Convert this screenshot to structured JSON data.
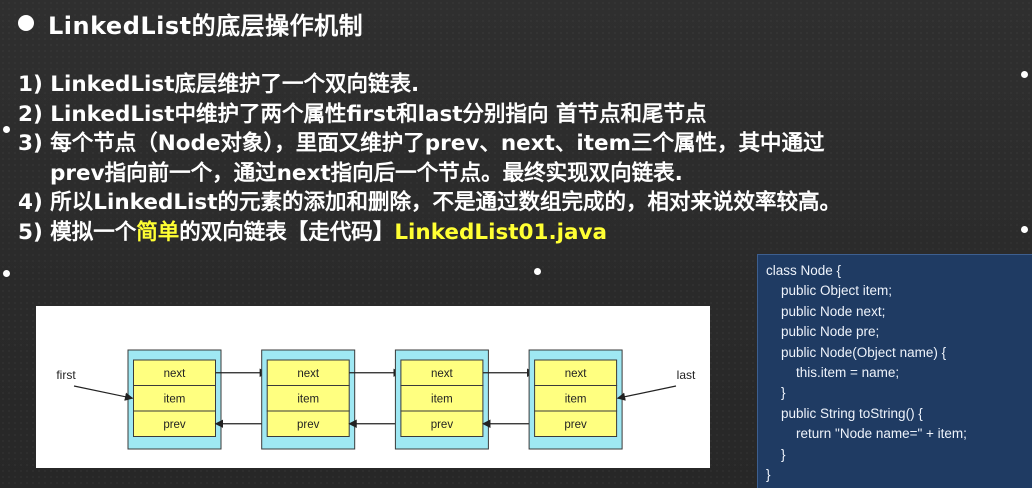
{
  "title": "LinkedList的底层操作机制",
  "points": [
    {
      "text": "1) LinkedList底层维护了一个双向链表."
    },
    {
      "text": "2) LinkedList中维护了两个属性first和last分别指向 首节点和尾节点"
    },
    {
      "text": "3) 每个节点（Node对象），里面又维护了prev、next、item三个属性，其中通过"
    },
    {
      "text": "prev指向前一个，通过next指向后一个节点。最终实现双向链表."
    },
    {
      "text": "4) 所以LinkedList的元素的添加和删除，不是通过数组完成的，相对来说效率较高。"
    },
    {
      "pre": "5) 模拟一个",
      "highlight": "简单",
      "mid": "的双向链表【走代码】",
      "file": "LinkedList01.java"
    }
  ],
  "diagram": {
    "first_label": "first",
    "last_label": "last",
    "nodes": [
      {
        "fields": [
          "next",
          "item",
          "prev"
        ]
      },
      {
        "fields": [
          "next",
          "item",
          "prev"
        ]
      },
      {
        "fields": [
          "next",
          "item",
          "prev"
        ]
      },
      {
        "fields": [
          "next",
          "item",
          "prev"
        ]
      }
    ]
  },
  "code_lines": [
    "class Node {",
    "    public Object item;",
    "    public Node next;",
    "    public Node pre;",
    "    public Node(Object name) {",
    "        this.item = name;",
    "    }",
    "    public String toString() {",
    "        return \"Node name=\" + item;",
    "    }",
    "}"
  ],
  "colors": {
    "background": "#2b2b2b",
    "highlight": "#ffff33",
    "node_outer": "#9fe8f3",
    "node_field": "#ffff80",
    "code_bg": "#1f3b63"
  }
}
